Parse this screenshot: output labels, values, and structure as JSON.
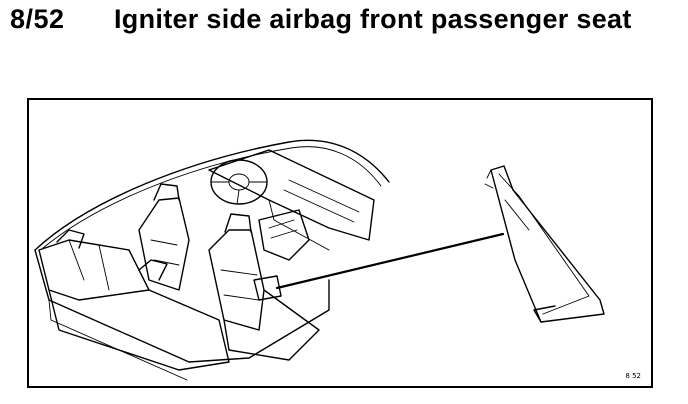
{
  "header": {
    "code": "8/52",
    "title": "Igniter side airbag front passenger seat"
  },
  "figure": {
    "reference": "8 52",
    "illustration_icon": "car-interior-exploded-view",
    "detail_icon": "side-airbag-module",
    "line_color": "#000000",
    "background_color": "#ffffff"
  }
}
